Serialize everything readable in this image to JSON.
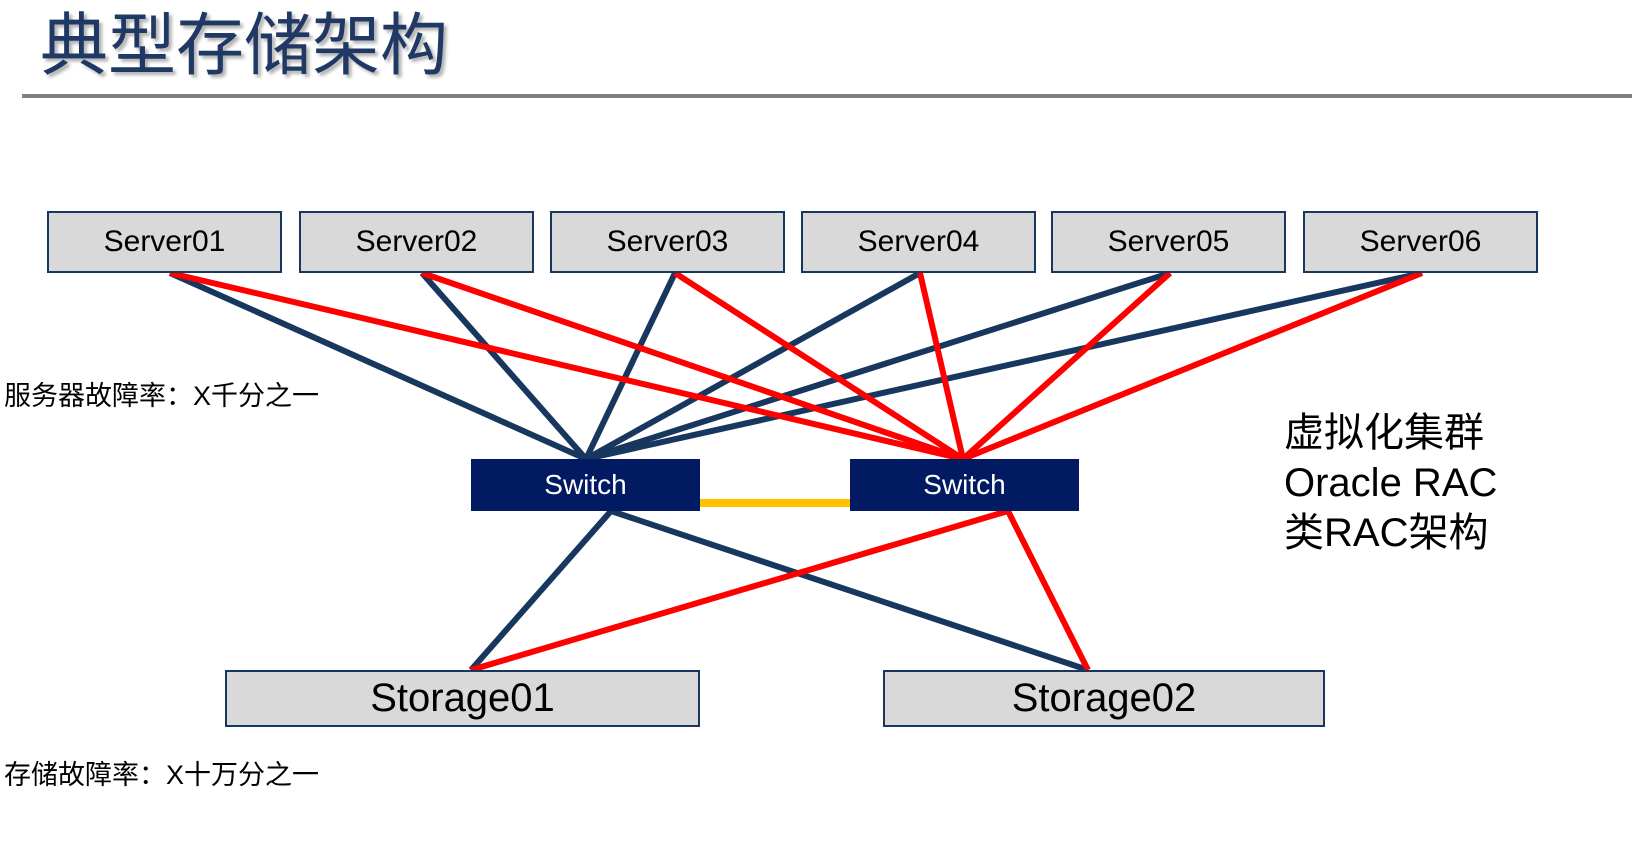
{
  "slide": {
    "title": "典型存储架构",
    "background_color": "#ffffff",
    "title_color": "#1f3864",
    "rule_color": "#808080"
  },
  "palette": {
    "node_fill": "#d9d9d9",
    "node_border": "#17375e",
    "switch_fill": "#021a62",
    "switch_text": "#ffffff",
    "link_primary": "#17375e",
    "link_secondary": "#ff0000",
    "interswitch_link": "#ffc000"
  },
  "diagram": {
    "servers": [
      {
        "label": "Server01"
      },
      {
        "label": "Server02"
      },
      {
        "label": "Server03"
      },
      {
        "label": "Server04"
      },
      {
        "label": "Server05"
      },
      {
        "label": "Server06"
      }
    ],
    "switches": [
      {
        "label": "Switch"
      },
      {
        "label": "Switch"
      }
    ],
    "storages": [
      {
        "label": "Storage01"
      },
      {
        "label": "Storage02"
      }
    ]
  },
  "annotations": {
    "server_failure_rate": "服务器故障率：X千分之一",
    "storage_failure_rate": "存储故障率：X十万分之一",
    "cluster_notes": [
      "虚拟化集群",
      "Oracle RAC",
      "类RAC架构"
    ]
  }
}
